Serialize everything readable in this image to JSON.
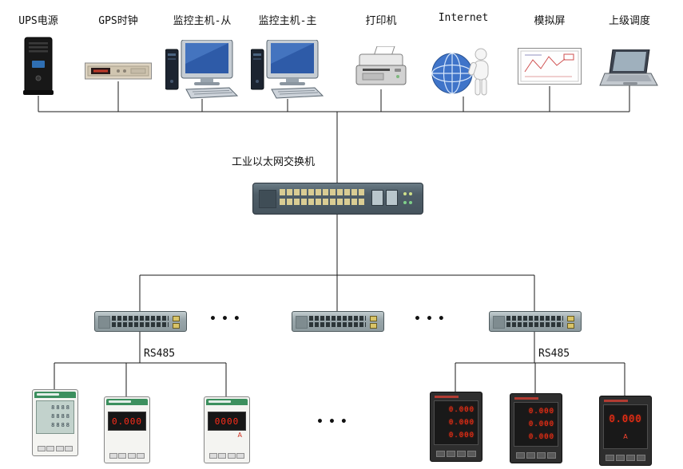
{
  "top_devices": [
    {
      "id": "ups",
      "label": "UPS电源"
    },
    {
      "id": "gps-clock",
      "label": "GPS时钟"
    },
    {
      "id": "monitor-slave",
      "label": "监控主机-从"
    },
    {
      "id": "monitor-master",
      "label": "监控主机-主"
    },
    {
      "id": "printer",
      "label": "打印机"
    },
    {
      "id": "internet",
      "label": "Internet"
    },
    {
      "id": "mimic-panel",
      "label": "模拟屏"
    },
    {
      "id": "dispatch",
      "label": "上级调度"
    }
  ],
  "main_switch_label": "工业以太网交换机",
  "rs485_left": "RS485",
  "rs485_right": "RS485",
  "ellipsis": "•••",
  "colors": {
    "line": "#1a1a1a",
    "led_red": "#ff2d12",
    "lcd_green": "#c2d2cc",
    "brand_green": "#3c8f5e"
  },
  "meters": {
    "left": [
      {
        "style": "lcd",
        "rows": [
          "8888",
          "8888",
          "8888"
        ]
      },
      {
        "style": "led",
        "value": "0.000",
        "unit": ""
      },
      {
        "style": "led",
        "value": "0000",
        "unit": "A"
      }
    ],
    "right": [
      {
        "style": "led-multi",
        "rows": [
          "0.000",
          "0.000",
          "0.000"
        ]
      },
      {
        "style": "led-multi",
        "rows": [
          "0.000",
          "0.000",
          "0.000"
        ]
      },
      {
        "style": "led",
        "value": "0.000",
        "unit": "A"
      }
    ]
  }
}
